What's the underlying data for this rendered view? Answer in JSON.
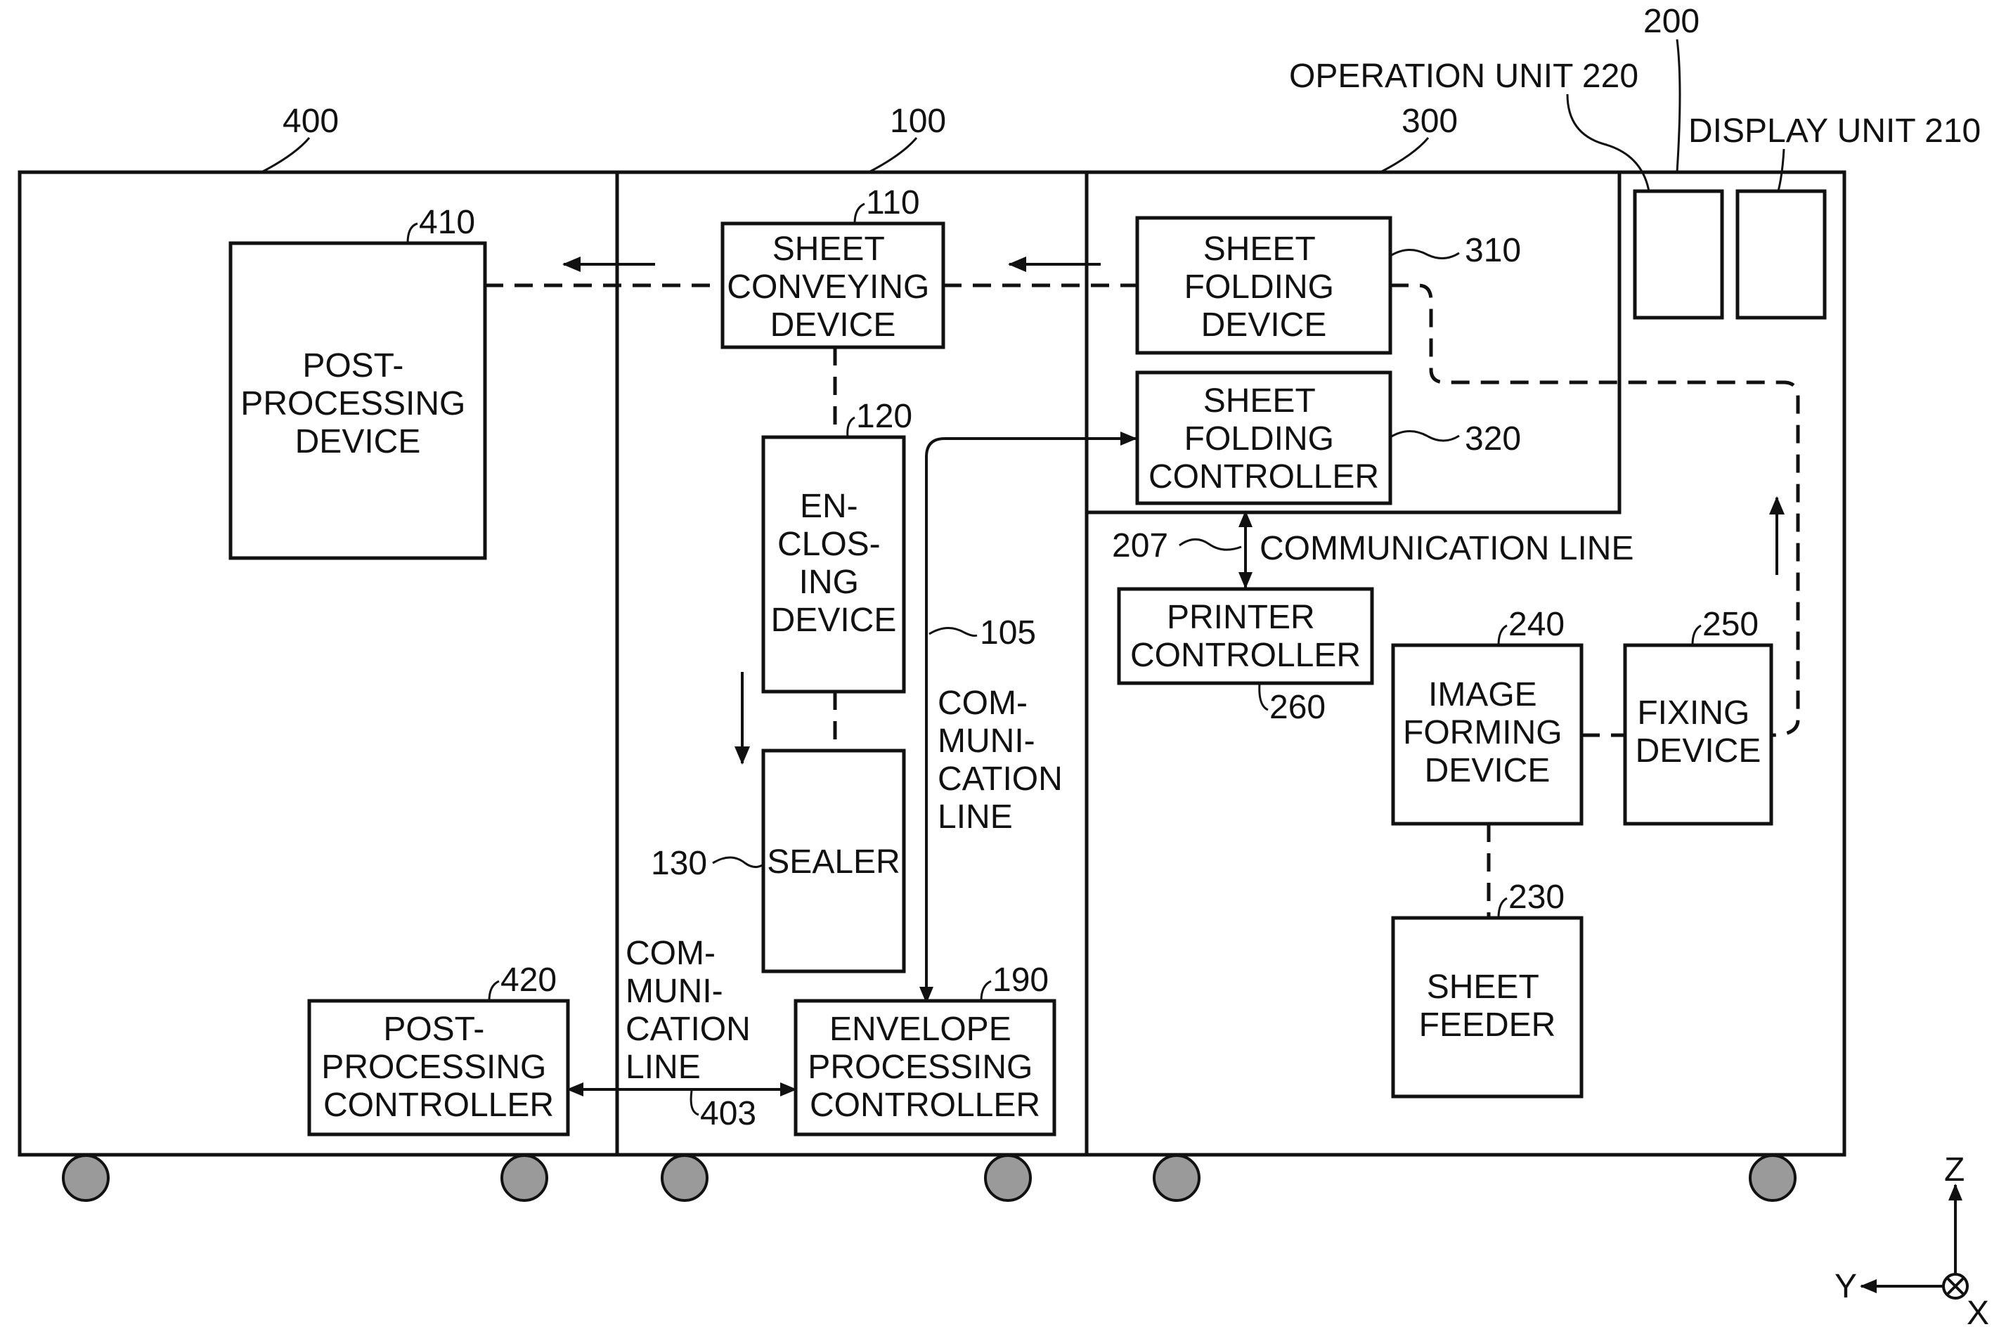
{
  "diagram": {
    "units": {
      "u400": "400",
      "u100": "100",
      "u300": "300",
      "u200": "200"
    },
    "display_unit": "DISPLAY UNIT 210",
    "operation_unit": "OPERATION UNIT 220",
    "post_processing_device": {
      "lines": [
        "POST-",
        "PROCESSING",
        "DEVICE"
      ],
      "ref": "410"
    },
    "sheet_conveying_device": {
      "lines": [
        "SHEET",
        "CONVEYING",
        "DEVICE"
      ],
      "ref": "110"
    },
    "enclosing_device": {
      "lines": [
        "EN-",
        "CLOS-",
        "ING",
        "DEVICE"
      ],
      "ref": "120"
    },
    "sealer": {
      "lines": [
        "SEALER"
      ],
      "ref": "130"
    },
    "envelope_processing_controller": {
      "lines": [
        "ENVELOPE",
        "PROCESSING",
        "CONTROLLER"
      ],
      "ref": "190"
    },
    "post_processing_controller": {
      "lines": [
        "POST-",
        "PROCESSING",
        "CONTROLLER"
      ],
      "ref": "420"
    },
    "sheet_folding_device": {
      "lines": [
        "SHEET",
        "FOLDING",
        "DEVICE"
      ],
      "ref": "310"
    },
    "sheet_folding_controller": {
      "lines": [
        "SHEET",
        "FOLDING",
        "CONTROLLER"
      ],
      "ref": "320"
    },
    "printer_controller": {
      "lines": [
        "PRINTER",
        "CONTROLLER"
      ],
      "ref": "260"
    },
    "image_forming_device": {
      "lines": [
        "IMAGE",
        "FORMING",
        "DEVICE"
      ],
      "ref": "240"
    },
    "fixing_device": {
      "lines": [
        "FIXING",
        "DEVICE"
      ],
      "ref": "250"
    },
    "sheet_feeder": {
      "lines": [
        "SHEET",
        "FEEDER"
      ],
      "ref": "230"
    },
    "comm_line_105": {
      "lines": [
        "COM-",
        "MUNI-",
        "CATION",
        "LINE"
      ],
      "ref": "105"
    },
    "comm_line_403": {
      "lines": [
        "COM-",
        "MUNI-",
        "CATION",
        "LINE"
      ],
      "ref": "403"
    },
    "comm_line_207": {
      "text": "COMMUNICATION LINE",
      "ref": "207"
    },
    "axes": {
      "z": "Z",
      "y": "Y",
      "x": "X"
    }
  }
}
